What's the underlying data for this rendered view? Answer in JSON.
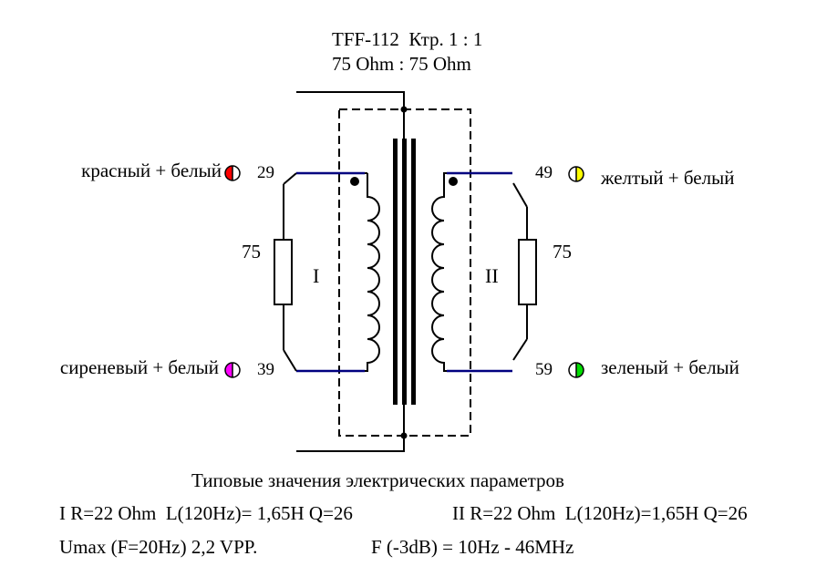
{
  "header": {
    "title": "TFF-112  Ктр. 1 : 1",
    "impedance": "75 Ohm : 75 Ohm"
  },
  "windings": {
    "primary": {
      "label": "I",
      "resistor": "75",
      "top_pin": "29",
      "bottom_pin": "39",
      "top_wire": "красный + белый",
      "bottom_wire": "сиреневый + белый",
      "top_color": "#ff0000",
      "bottom_color": "#ff00ff"
    },
    "secondary": {
      "label": "II",
      "resistor": "75",
      "top_pin": "49",
      "bottom_pin": "59",
      "top_wire": "желтый + белый",
      "bottom_wire": "зеленый + белый",
      "top_color": "#ffff00",
      "bottom_color": "#00dd00"
    }
  },
  "colors": {
    "line": "#000000",
    "winding_lead": "#000080"
  },
  "params": {
    "heading": "Типовые значения электрических параметров",
    "primary": "I R=22 Ohm  L(120Hz)= 1,65H Q=26",
    "secondary": "II R=22 Ohm  L(120Hz)=1,65H Q=26",
    "umax": "Umax (F=20Hz) 2,2 VPP.",
    "bandwidth": "F (-3dB) = 10Hz - 46MHz"
  }
}
